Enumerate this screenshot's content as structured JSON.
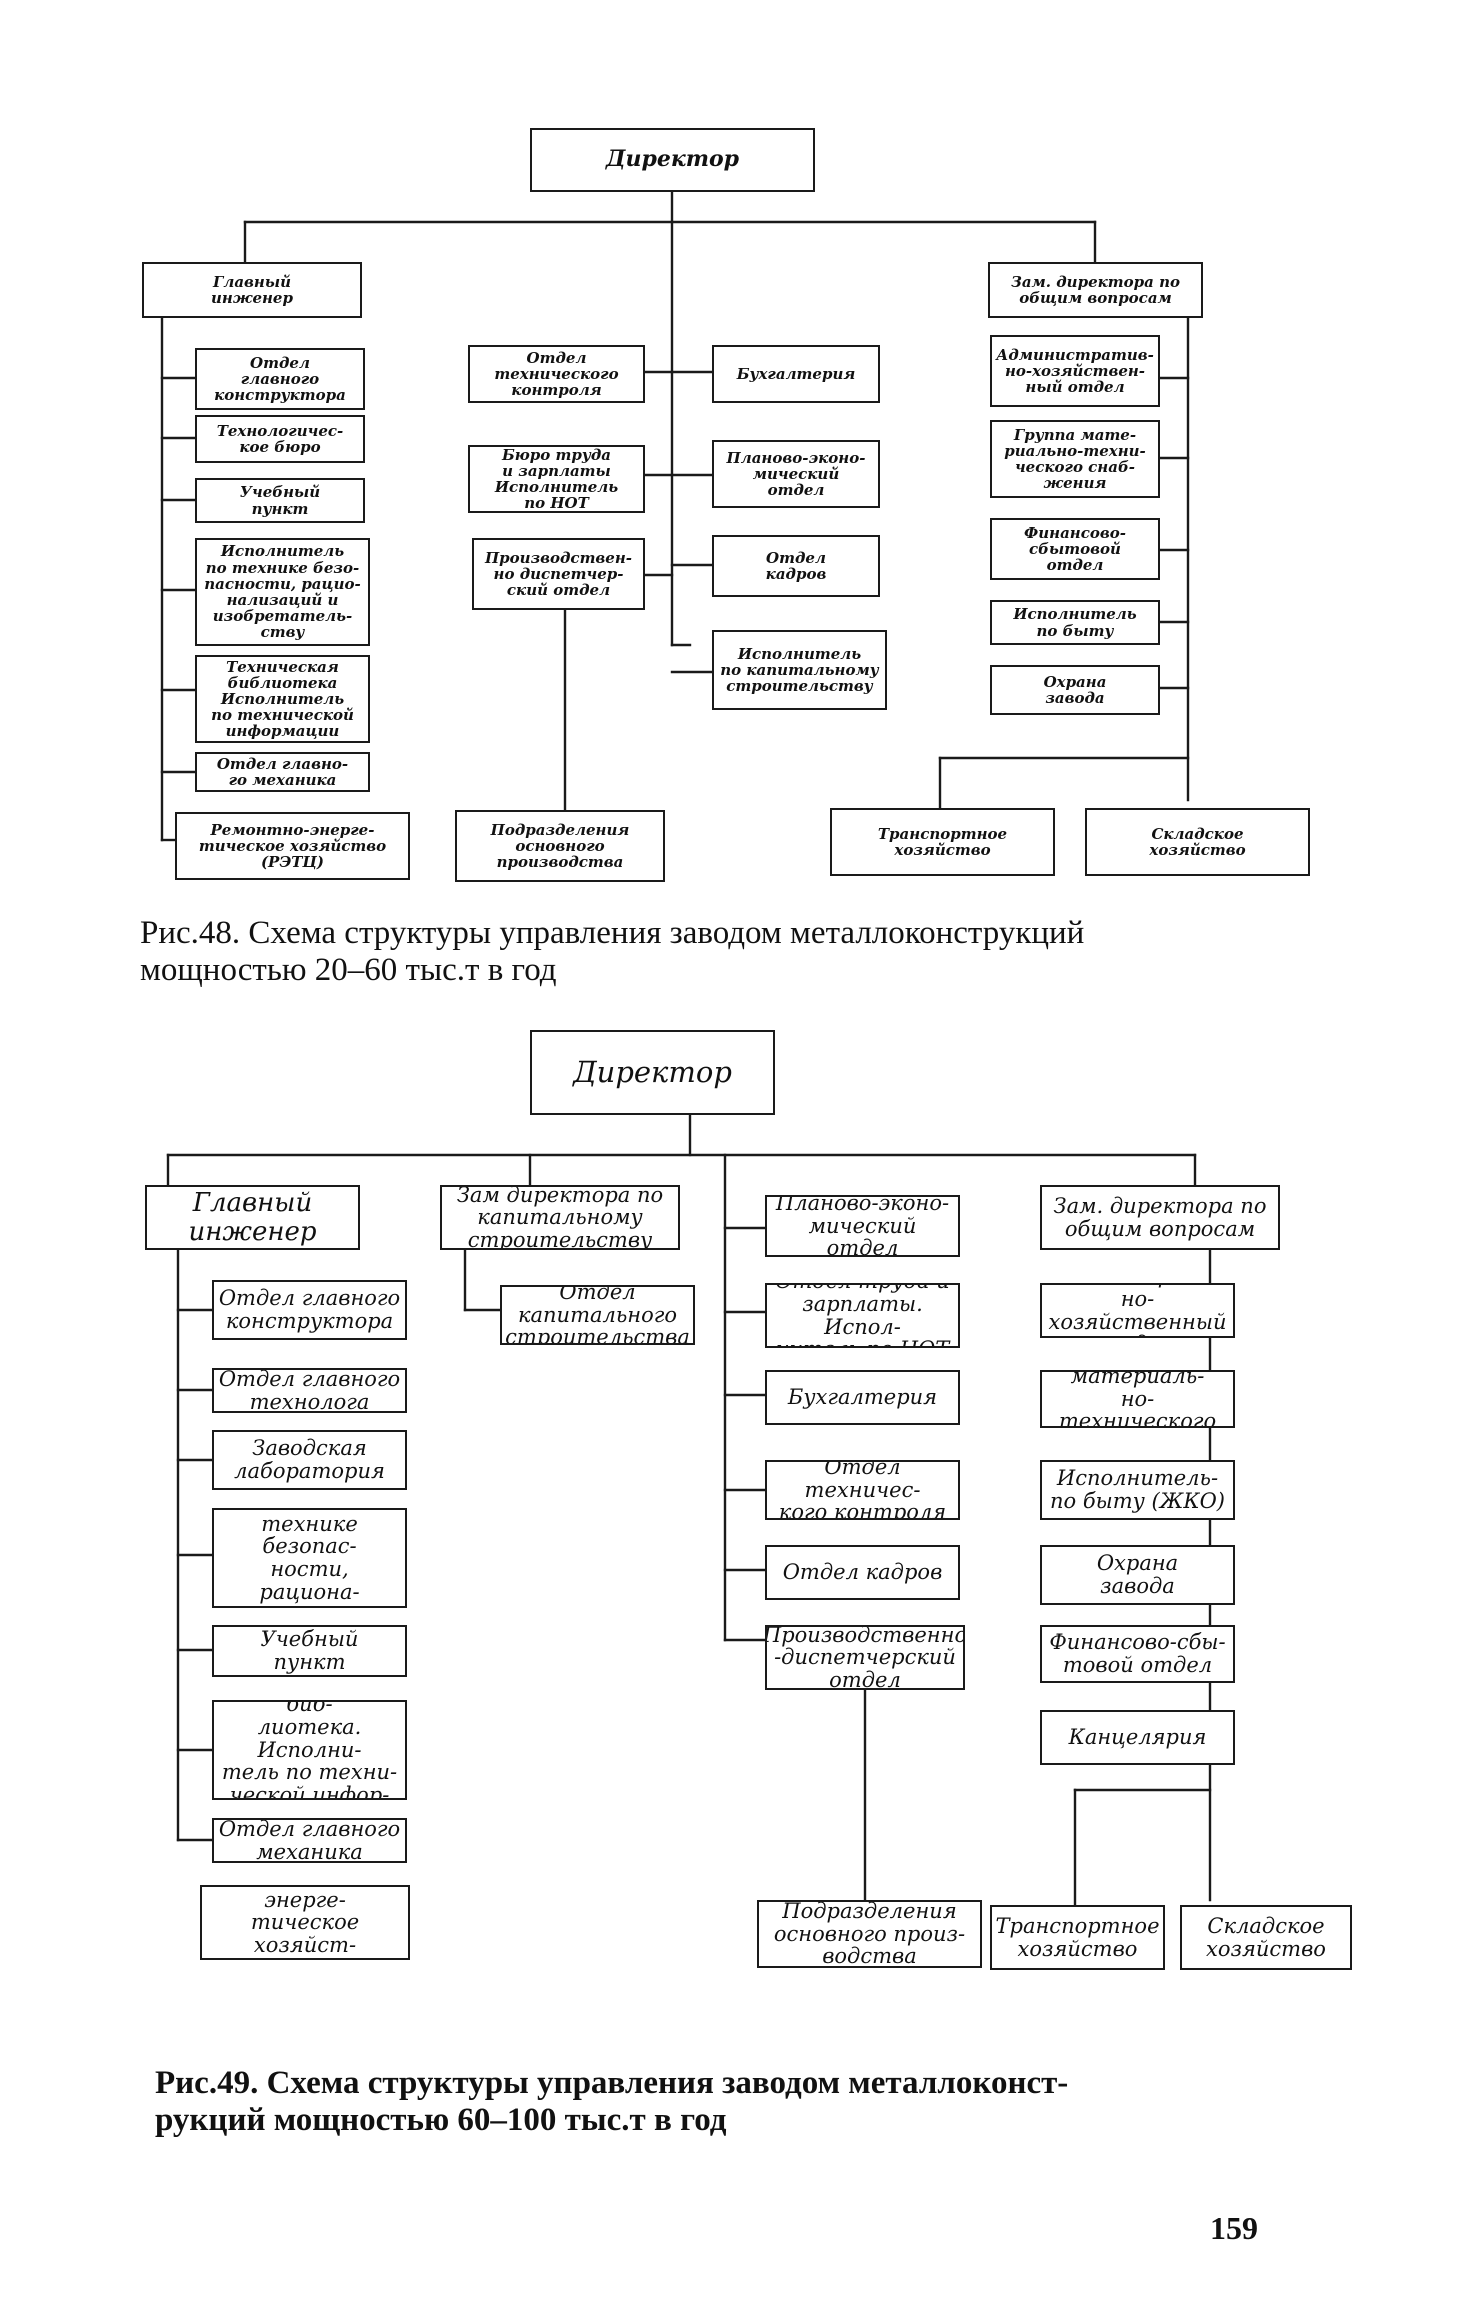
{
  "figure1": {
    "caption": "Рис.48.  Схема  структуры  управления  заводом  металлоконструкций\nмощностью 20–60 тыс.т в год",
    "director": "Директор",
    "chief_engineer": "Главный\nинженер",
    "chief_engineer_units": [
      "Отдел\nглавного\nконструктора",
      "Технологичес-\nкое бюро",
      "Учебный\nпункт",
      "Исполнитель\nпо технике безо-\nпасности, рацио-\nнализаций и\nизобретатель-\nству",
      "Техническая\nбиблиотека\nИсполнитель\nпо технической\nинформации",
      "Отдел главно-\nго механика",
      "Ремонтно-энерге-\nтическое хозяйство\n(РЭТЦ)"
    ],
    "center_left": [
      "Отдел\nтехнического\nконтроля",
      "Бюро труда\nи зарплаты\nИсполнитель\nпо НОТ",
      "Производствен-\nно диспетчер-\nский отдел"
    ],
    "center_right": [
      "Бухгалтерия",
      "Планово-эконо-\nмический\nотдел",
      "Отдел\nкадров",
      "Исполнитель\nпо капитальному\nстроительству"
    ],
    "production_units": "Подразделения\nосновного\nпроизводства",
    "deputy": "Зам. директора по\nобщим вопросам",
    "deputy_units": [
      "Административ-\nно-хозяйствен-\nный отдел",
      "Группа мате-\nриально-техни-\nческого снаб-\nжения",
      "Финансово-\nсбытовой\nотдел",
      "Исполнитель\nпо быту",
      "Охрана\nзавода"
    ],
    "transport": "Транспортное\nхозяйство",
    "warehouse": "Складское\nхозяйство"
  },
  "figure2": {
    "caption": "Рис.49.  Схема  структуры  управления  заводом  металлоконст-\nрукций мощностью 60–100 тыс.т в год",
    "director": "Директор",
    "chief_engineer": "Главный\nинженер",
    "chief_engineer_units": [
      "Отдел главного\nконструктора",
      "Отдел главного\nтехнолога",
      "Заводская\nлаборатория",
      "Исполнитель по\nтехнике безопас-\nности, рациона-\nлизации и изо-\nбретательству",
      "Учебный\nпункт",
      "Техническая биб-\nлиотека. Исполни-\nтель по техни-\nческой инфор-\nмации",
      "Отдел главного\nмеханика",
      "Ремонтно-энерге-\nтическое хозяйст-\nво"
    ],
    "capital_deputy": "Зам директора по\nкапитальному\nстроительству",
    "capital_dept": "Отдел\nкапитального\nстроительства",
    "center_units": [
      "Планово-эконо-\nмический отдел",
      "Отдел труда и\nзарплаты. Испол-\nнитель по НОТ",
      "Бухгалтерия",
      "Отдел техничес-\nкого контроля",
      "Отдел кадров",
      "Производственно\n-диспетчерский\nотдел"
    ],
    "production_units": "Подразделения\nосновного произ-\nводства",
    "deputy": "Зам. директора по\nобщим вопросам",
    "deputy_units": [
      "Административ-\nно-хозяйственный\nотдел",
      "Группа материаль-\nно-технического\nснабжения",
      "Исполнитель-\nпо быту (ЖКО)",
      "Охрана\nзавода",
      "Финансово-сбы-\nтовой отдел",
      "Канцелярия"
    ],
    "transport": "Транспортное\nхозяйство",
    "warehouse": "Складское\nхозяйство"
  },
  "page_number": "159"
}
